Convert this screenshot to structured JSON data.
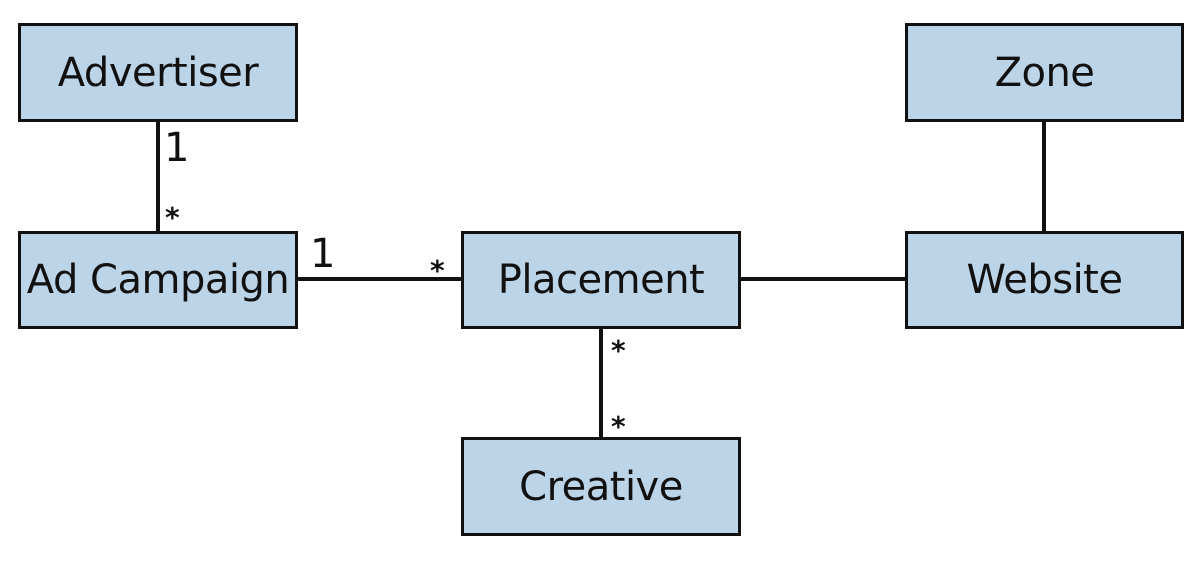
{
  "diagram": {
    "entities": {
      "advertiser": "Advertiser",
      "ad_campaign": "Ad Campaign",
      "placement": "Placement",
      "creative": "Creative",
      "website": "Website",
      "zone": "Zone"
    },
    "multiplicities": {
      "advertiser_end": "1",
      "campaign_end_from_advertiser": "*",
      "campaign_end_to_placement": "1",
      "placement_end_from_campaign": "*",
      "placement_end_to_creative": "*",
      "creative_end": "*"
    },
    "colors": {
      "box_fill": "#bcd4e8",
      "stroke": "#111111",
      "background": "#ffffff"
    }
  }
}
